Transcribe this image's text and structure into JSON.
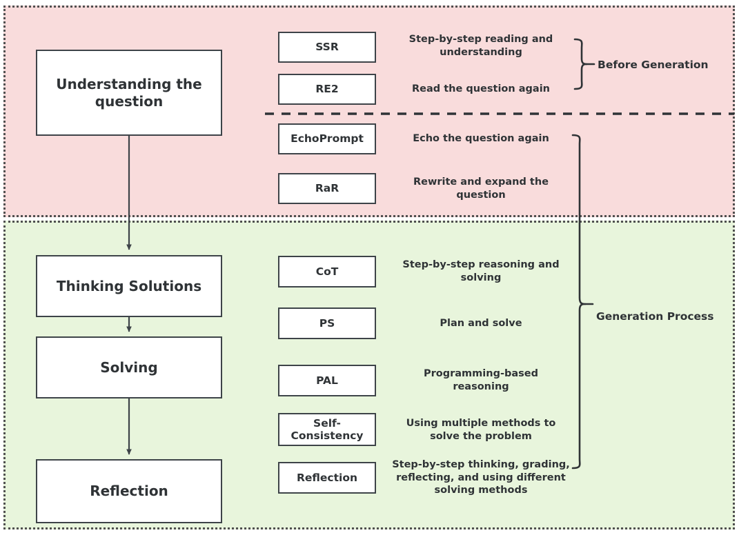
{
  "diagram": {
    "sections": [
      {
        "id": "before-generation",
        "label": "Before Generation",
        "color": "#f9dcdc"
      },
      {
        "id": "generation-process",
        "label": "Generation Process",
        "color": "#e8f5dc"
      }
    ],
    "stages": [
      {
        "id": "understanding",
        "label": "Understanding the question"
      },
      {
        "id": "thinking",
        "label": "Thinking Solutions"
      },
      {
        "id": "solving",
        "label": "Solving"
      },
      {
        "id": "reflection",
        "label": "Reflection"
      }
    ],
    "methods": [
      {
        "id": "ssr",
        "name": "SSR",
        "description": "Step-by-step reading and understanding"
      },
      {
        "id": "re2",
        "name": "RE2",
        "description": "Read the question again"
      },
      {
        "id": "echoprompt",
        "name": "EchoPrompt",
        "description": "Echo the question again"
      },
      {
        "id": "rar",
        "name": "RaR",
        "description": "Rewrite and expand the question"
      },
      {
        "id": "cot",
        "name": "CoT",
        "description": "Step-by-step reasoning and solving"
      },
      {
        "id": "ps",
        "name": "PS",
        "description": "Plan and solve"
      },
      {
        "id": "pal",
        "name": "PAL",
        "description": "Programming-based reasoning"
      },
      {
        "id": "self-consistency",
        "name": "Self-Consistency",
        "description": "Using multiple methods to solve the problem"
      },
      {
        "id": "reflection",
        "name": "Reflection",
        "description": "Step-by-step thinking, grading, reflecting, and using different solving methods"
      }
    ],
    "colors": {
      "before_generation_bg": "#f9dcdc",
      "generation_process_bg": "#e8f5dc",
      "box_border": "#3d4348",
      "text": "#2f3336",
      "connector": "#3d4348"
    }
  }
}
